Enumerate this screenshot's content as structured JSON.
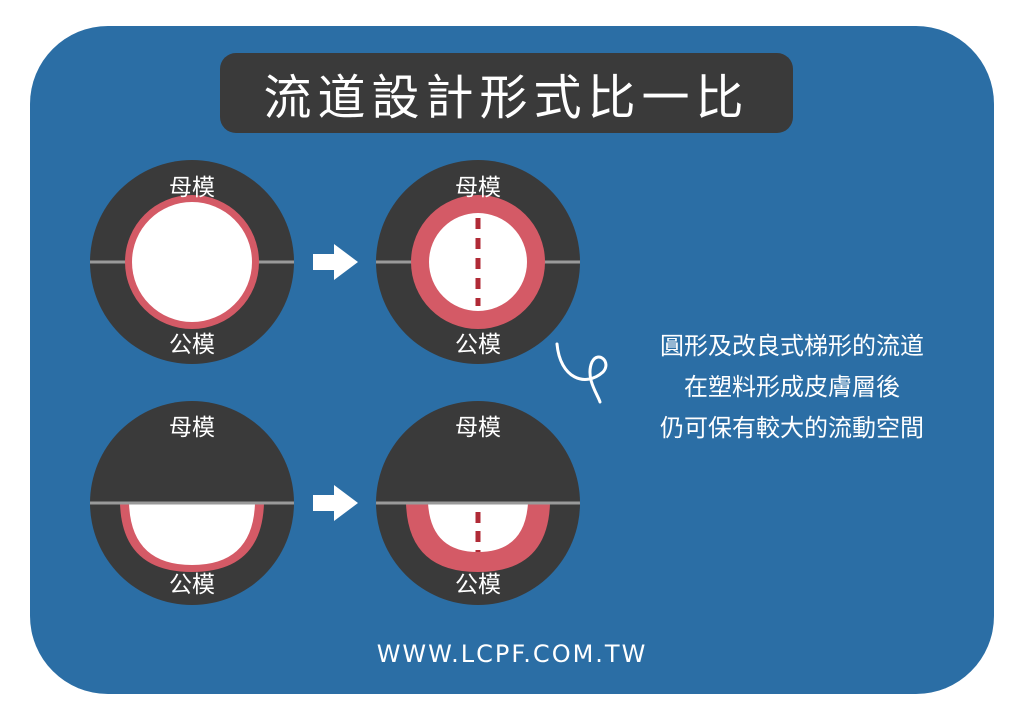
{
  "title": "流道設計形式比一比",
  "labels": {
    "upper_mold": "母模",
    "lower_mold": "公模"
  },
  "description": [
    "圓形及改良式梯形的流道",
    "在塑料形成皮膚層後",
    "仍可保有較大的流動空間"
  ],
  "website": "WWW.LCPF.COM.TW",
  "colors": {
    "background": "#2b6ea5",
    "mold": "#3a3a3a",
    "skin_layer": "#d45a66",
    "flow_space": "#ffffff",
    "center_line": "#b02a36",
    "parting_line": "#9a9a9a"
  }
}
